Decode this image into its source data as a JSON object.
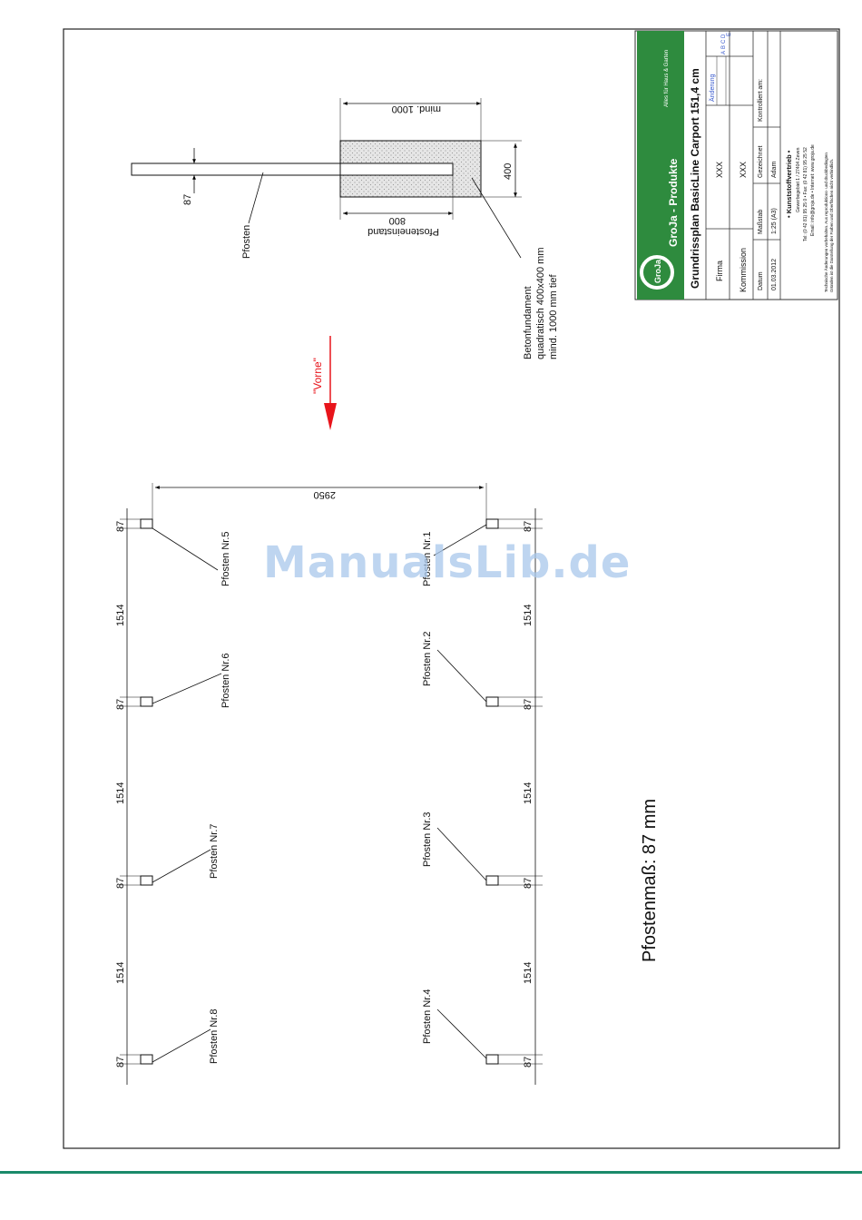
{
  "drawing": {
    "dimensions": {
      "post_size": "87",
      "post_spacing": "1514",
      "row_spacing": "2950",
      "foundation_depth": "mind. 1000",
      "post_insert": "800",
      "foundation_width": "400"
    },
    "labels": {
      "pfosten": "Pfosten",
      "pfosteneinstand": "Pfosteneinstand",
      "beton_line1": "Betonfundament",
      "beton_line2": "quadratisch 400x400 mm",
      "beton_line3": "mind. 1000 mm tief",
      "vorne": "\"Vorne\"",
      "pfostenmass": "Pfostenmaß: 87 mm"
    },
    "posts_row1": [
      "Pfosten Nr.5",
      "Pfosten Nr.6",
      "Pfosten Nr.7",
      "Pfosten Nr.8"
    ],
    "posts_row2": [
      "Pfosten Nr.1",
      "Pfosten Nr.2",
      "Pfosten Nr.3",
      "Pfosten Nr.4"
    ]
  },
  "title_block": {
    "brand": "GroJa",
    "tagline": "Alles für Haus & Garten",
    "products": "GroJa - Produkte",
    "title": "Grundrissplan BasicLine Carport 151,4 cm",
    "firma_label": "Firma",
    "firma_value": "XXX",
    "kommission_label": "Kommission",
    "kommission_value": "XXX",
    "aenderung_label": "Änderung",
    "rev": [
      "A",
      "B",
      "C",
      "D",
      "E"
    ],
    "datum_label": "Datum",
    "datum_value": "01.03.2012",
    "massstab_label": "Maßstab",
    "massstab_value": "1:25 (A3)",
    "gezeichnet_label": "Gezeichnet",
    "gezeichnet_value": "Adam",
    "kontrolliert_label": "Kontrolliert am:",
    "company": "• Kunststoffvertrieb •",
    "address": "Gewerbegebiet 1 / 27404 Zeven",
    "phone": "Tel: (0 42 81) 95 25 0 • Fax: (0 42 81) 95 25 52",
    "email": "Email: info@groja.de • Internet: www.groja.de",
    "disclaimer1": "Technische Änderungen vorbehalten. Aus reproduktions- und druckbedingten",
    "disclaimer2": "Gründen ist die Darstellung der Farben und Oberflächen nicht verbindlich."
  },
  "watermark": "ManualsLib.de",
  "colors": {
    "brand_green": "#2e8b3e",
    "arrow_red": "#e8141b",
    "watermark": "#a9c8ec",
    "bottom_bar": "#1a8a6a"
  }
}
